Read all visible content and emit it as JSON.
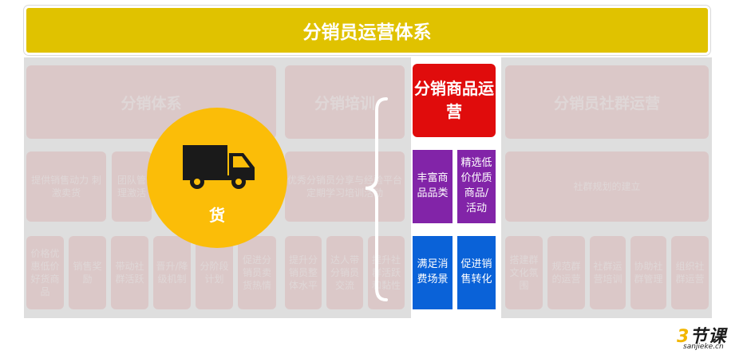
{
  "title": "分销员运营体系",
  "faded_sections": {
    "section1_title": "分销体系",
    "section2_title": "分销培训",
    "section3_title": "分销员社群运营",
    "row2": {
      "cell1": "提供销售动力 刺激卖货",
      "cell2": "团队管理激活",
      "cell3": "优秀分销员分享与经验平台定期学习培训活动",
      "cell4": "社群规划的建立"
    },
    "row3": [
      "价格优惠低价好货商品",
      "销售奖励",
      "带动社群活跃",
      "晋升/降级机制",
      "分阶段计划",
      "促进分销员卖货热情",
      "提升分销员整体水平",
      "达人带分销员交流",
      "提升社群活跃和黏性",
      "搭建群文化氛围",
      "规范群的运营",
      "社群运营培训",
      "协助社群管理",
      "组织社群运营"
    ]
  },
  "center": {
    "header": "分销商品运营",
    "purple_items": [
      "丰富商品品类",
      "精选低价优质商品/活动"
    ],
    "blue_items": [
      "满足消费场景",
      "促进销售转化"
    ]
  },
  "circle": {
    "label": "货",
    "icon": "truck-icon"
  },
  "logo": {
    "num": "3",
    "text": "节课",
    "sub": "sanjieke.cn"
  },
  "colors": {
    "title_bar": "#e0c200",
    "header_red": "#e00c0c",
    "purple": "#8224a8",
    "blue": "#0a62d8",
    "circle": "#fbbd08"
  }
}
